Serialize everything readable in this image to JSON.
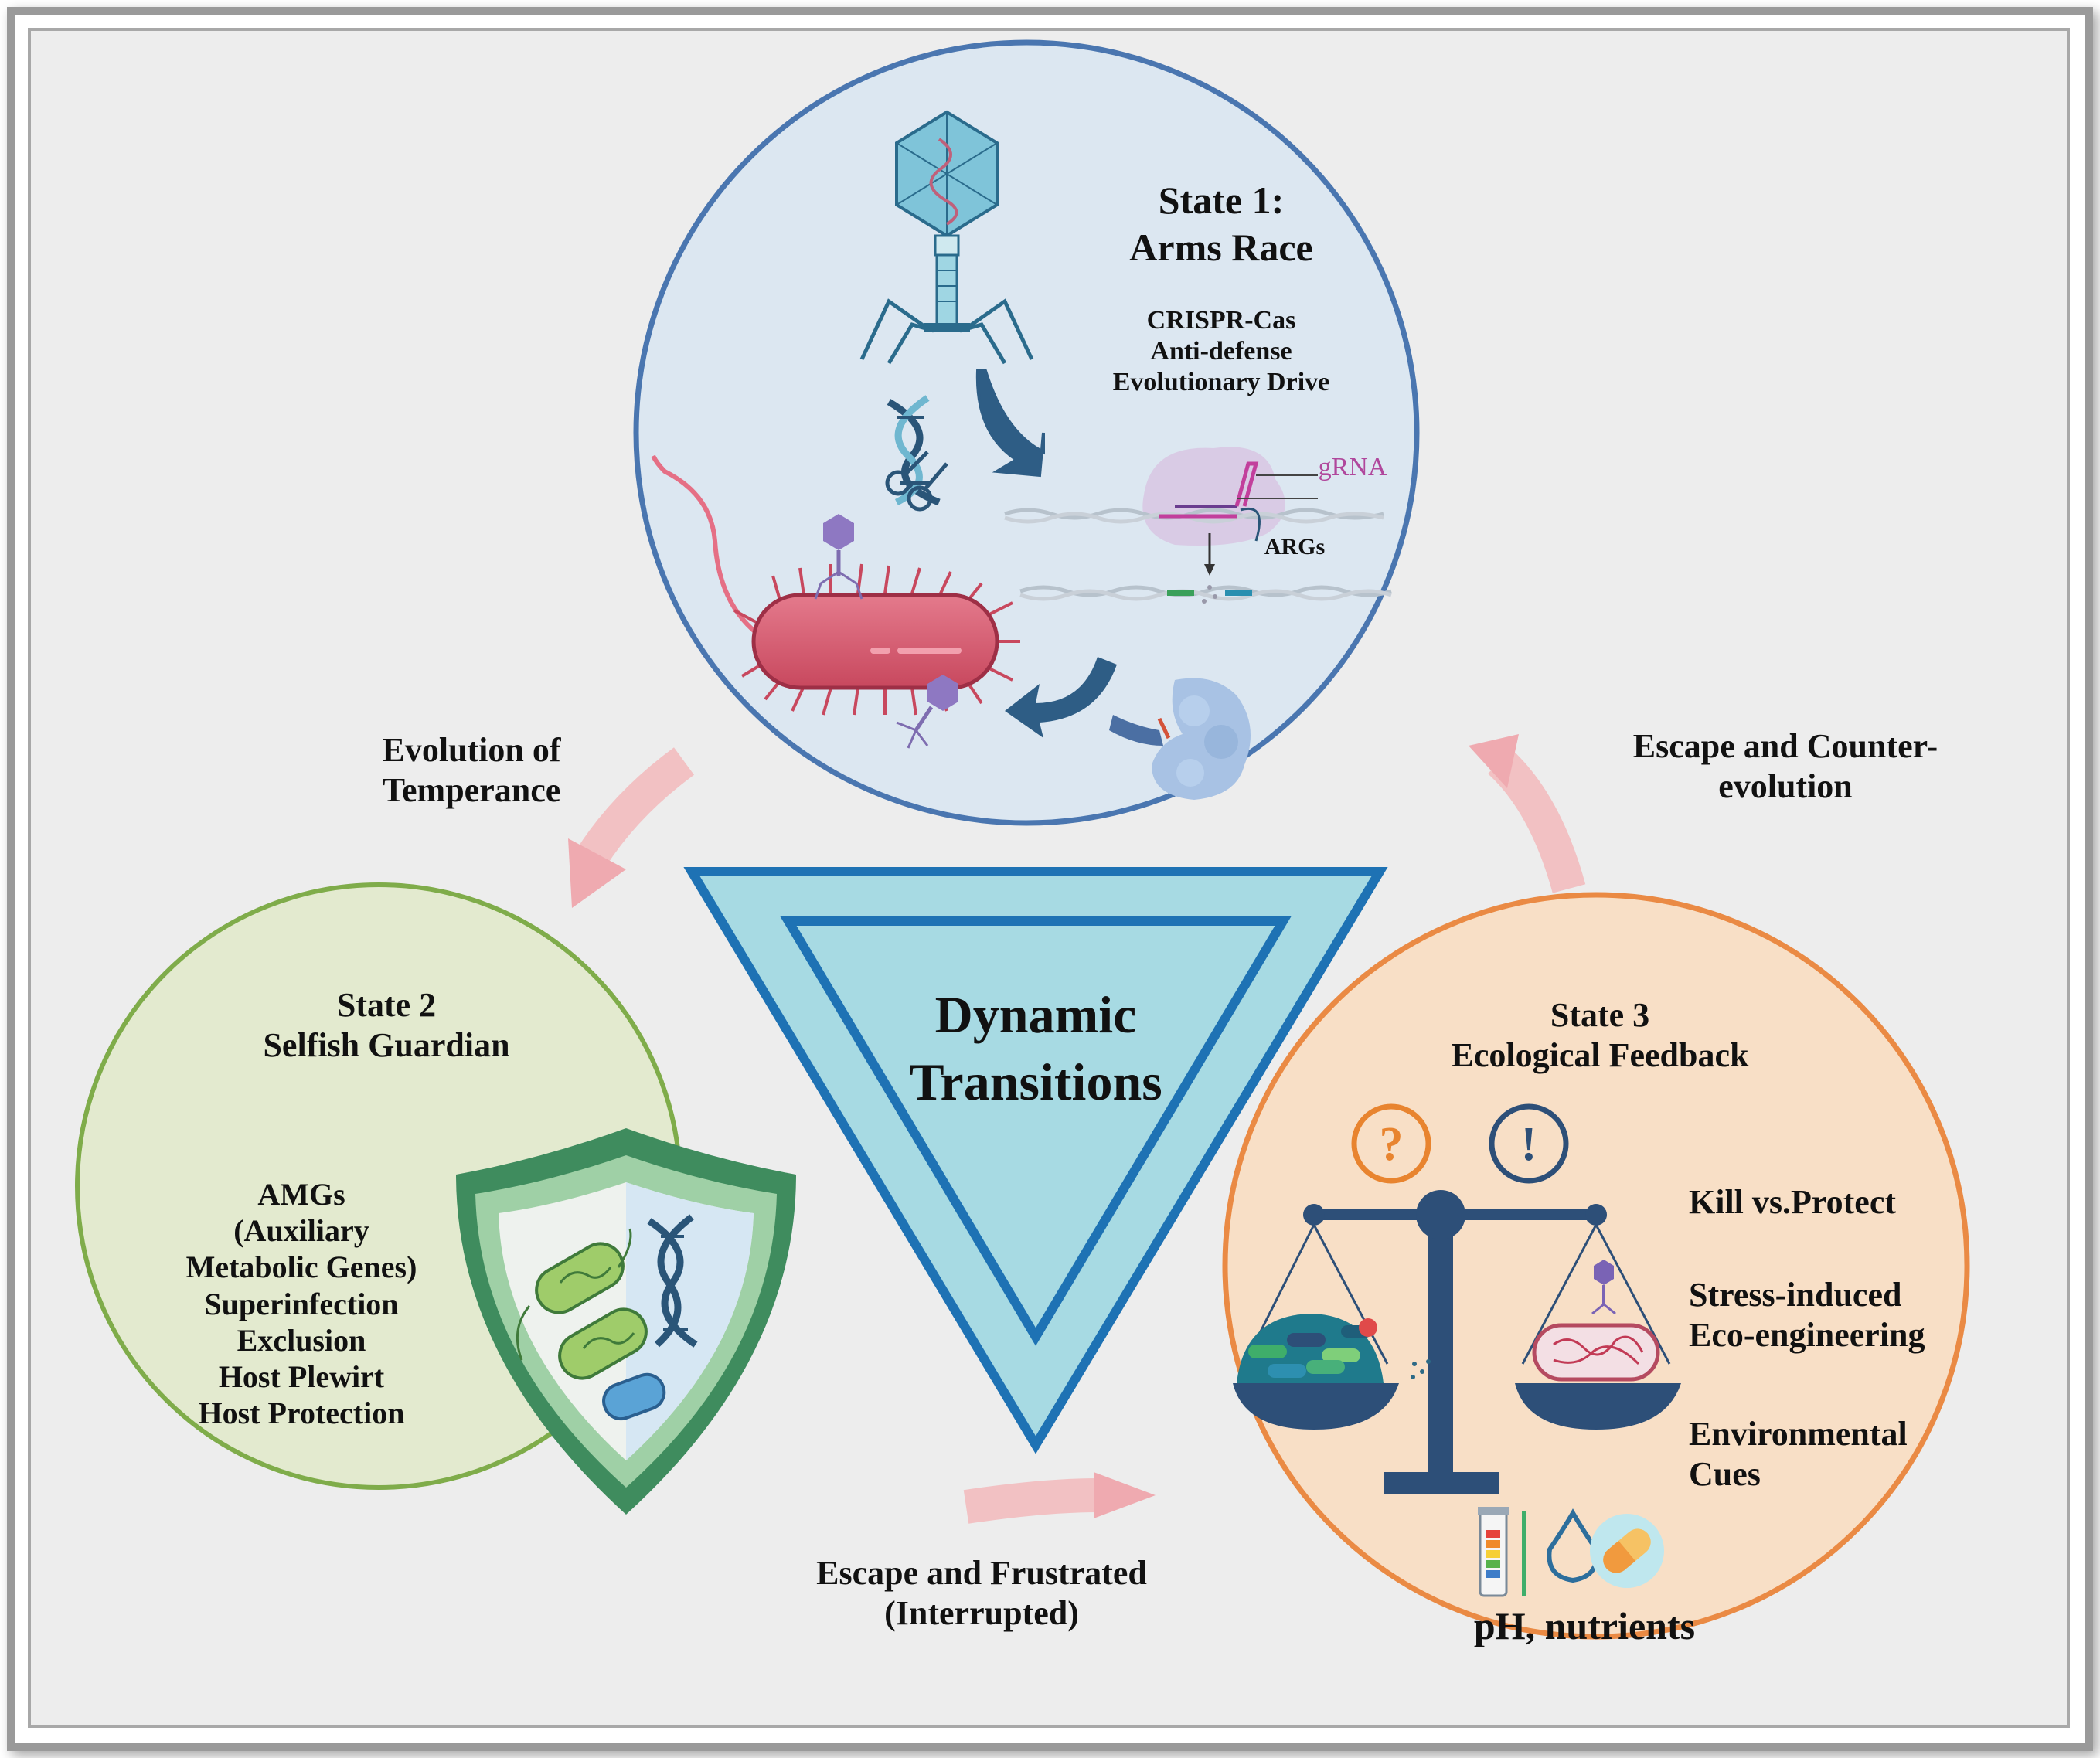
{
  "center": {
    "line1": "Dynamic",
    "line2": "Transitions"
  },
  "state1": {
    "title": "State 1:",
    "subtitle": "Arms Race",
    "items": [
      "CRISPR-Cas",
      "Anti-defense",
      "Evolutionary Drive"
    ],
    "grna_label": "gRNA",
    "args_label": "ARGs"
  },
  "state2": {
    "title": "State 2",
    "subtitle": "Selfish Guardian",
    "items": [
      "AMGs",
      "(Auxiliary",
      "Metabolic Genes)",
      "Superinfection",
      "Exclusion",
      "Host Plewirt",
      "Host Protection"
    ]
  },
  "state3": {
    "title": "State 3",
    "subtitle": "Ecological Feedback",
    "kill_protect": "Kill vs.Protect",
    "stress_1": "Stress-induced",
    "stress_2": "Eco-engineering",
    "env_1": "Environmental",
    "env_2": "Cues",
    "ph": "pH, nutrients",
    "question_mark": "?",
    "exclamation_mark": "!"
  },
  "transitions": {
    "temperance_1": "Evolution of",
    "temperance_2": "Temperance",
    "counter_1": "Escape and Counter-",
    "counter_2": "evolution",
    "frustrated_1": "Escape and Frustrated",
    "frustrated_2": "(Interrupted)"
  },
  "colors": {
    "state1_border": "#4a76b0",
    "state1_fill": "#dce7f1",
    "state2_border": "#7fac4a",
    "state2_fill": "#e3eacf",
    "state3_border": "#ea8a44",
    "state3_fill": "#f8dfc6",
    "triangle_outer": "#1e72b4",
    "triangle_fill": "#a7dae3",
    "arrow_pink": "#f2b4b8",
    "background": "#ededed"
  }
}
